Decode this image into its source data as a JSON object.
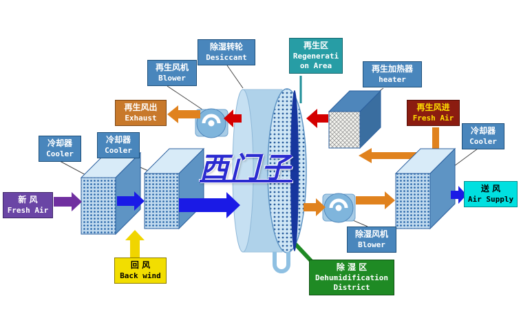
{
  "watermark": "西门子",
  "boxes": {
    "desiccant_wheel": {
      "line1": "除湿转轮",
      "line2": "Desiccant"
    },
    "regen_area": {
      "line1": "再生区",
      "line2": "Regenerati",
      "line3": "on Area"
    },
    "regen_blower": {
      "line1": "再生风机",
      "line2": "Blower"
    },
    "regen_heater": {
      "line1": "再生加热器",
      "line2": "heater"
    },
    "exhaust": {
      "line1": "再生风出",
      "line2": "Exhaust"
    },
    "regen_fresh_air": {
      "line1": "再生风进",
      "line2": "Fresh Air"
    },
    "cooler_right": {
      "line1": "冷却器",
      "line2": "Cooler"
    },
    "cooler_left_outer": {
      "line1": "冷却器",
      "line2": "Cooler"
    },
    "cooler_left_inner": {
      "line1": "冷却器",
      "line2": "Cooler"
    },
    "fresh_air": {
      "line1": "新  风",
      "line2": "Fresh Air"
    },
    "back_wind": {
      "line1": "回  风",
      "line2": "Back wind"
    },
    "air_supply": {
      "line1": "送  风",
      "line2": "Air Supply"
    },
    "dehumid_blower": {
      "line1": "除湿风机",
      "line2": "Blower"
    },
    "dehumid_district": {
      "line1": "除  湿  区",
      "line2": "Dehumidification",
      "line3": "District"
    }
  },
  "colors": {
    "steel_blue": "#4986BC",
    "teal": "#279DA5",
    "orange_brown": "#C8792B",
    "dark_red": "#8B1C10",
    "purple_box": "#6A45A5",
    "yellow_box": "#F2DE00",
    "cyan_box": "#00E0E0",
    "green_box": "#1F8A24",
    "arrow_purple": "#7030A0",
    "arrow_blue": "#1A1AE6",
    "arrow_yellow": "#F0D500",
    "arrow_red": "#D40000",
    "arrow_orange": "#E0821E",
    "connector_teal": "#1F8F98",
    "connector_green": "#1F8A24",
    "navy_band": "#16369E"
  }
}
